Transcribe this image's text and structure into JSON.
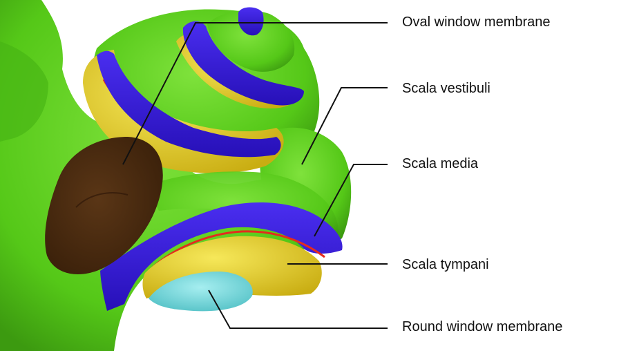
{
  "labels": {
    "oval_window_membrane": "Oval window membrane",
    "scala_vestibuli": "Scala vestibuli",
    "scala_media": "Scala media",
    "scala_tympani": "Scala tympani",
    "round_window_membrane": "Round window membrane"
  },
  "colors": {
    "bone": "#5ad11c",
    "bone_dark": "#3c9a10",
    "scala_vestibuli_band": "#3316e6",
    "scala_tympani": "#e9d21f",
    "scala_media": "#e52b1d",
    "oval_window": "#4a2a10",
    "round_window": "#74dadc",
    "leader_line": "#111111"
  }
}
